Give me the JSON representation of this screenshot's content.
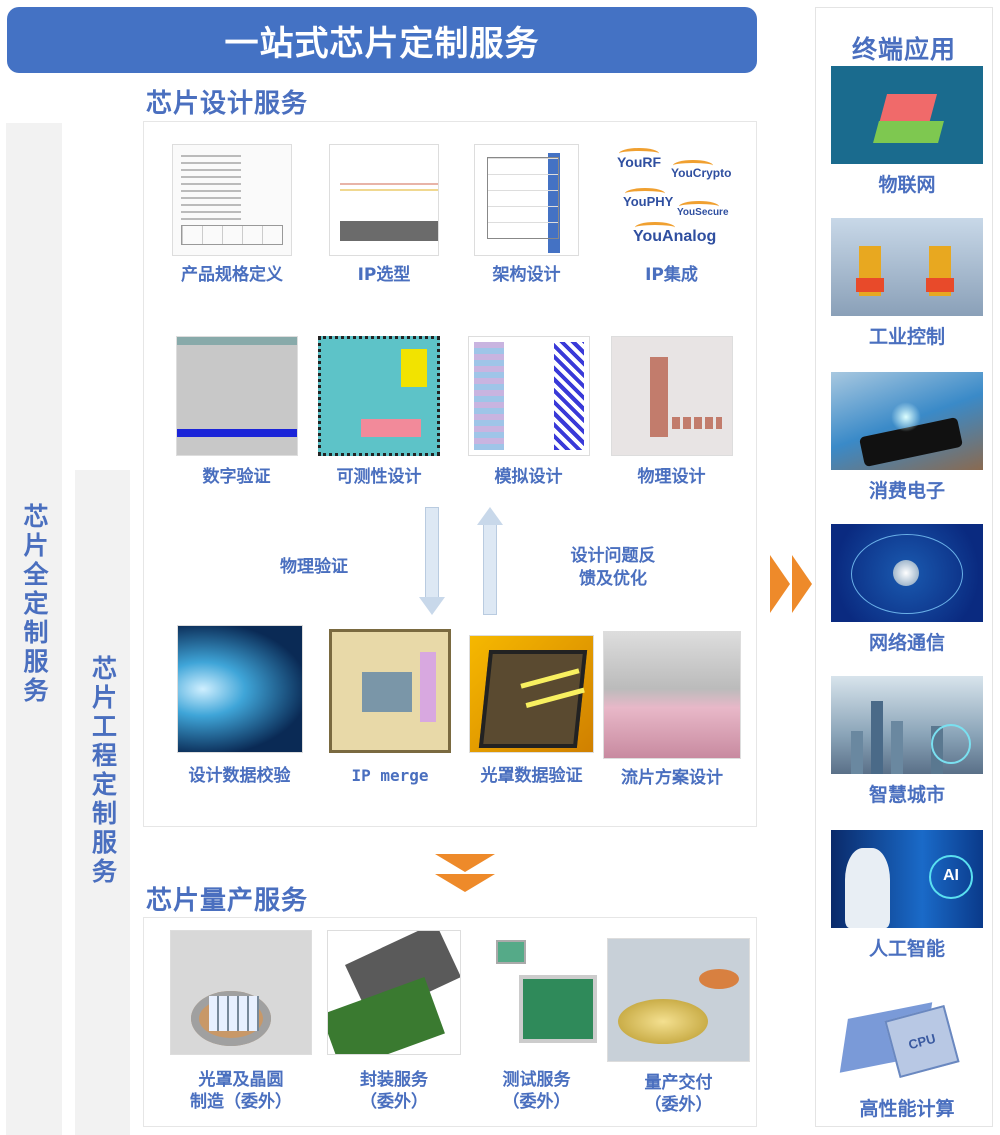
{
  "header": {
    "title": "一站式芯片定制服务"
  },
  "side_columns": {
    "full_custom": "芯片全定制服务",
    "engineering_custom": "芯片工程定制服务"
  },
  "design_service": {
    "title": "芯片设计服务",
    "row1": [
      {
        "label": "产品规格定义",
        "icon": "spec-document-image"
      },
      {
        "label": "IP选型",
        "icon": "ip-selection-diagram-image"
      },
      {
        "label": "架构设计",
        "icon": "architecture-diagram-image"
      },
      {
        "label": "IP集成",
        "icon": "ip-logos-image"
      }
    ],
    "ip_logos": [
      "YouRF",
      "YouCrypto",
      "YouPHY",
      "YouSecure",
      "YouAnalog"
    ],
    "row2": [
      {
        "label": "数字验证",
        "icon": "digital-verification-image"
      },
      {
        "label": "可测性设计",
        "icon": "dft-block-diagram-image"
      },
      {
        "label": "模拟设计",
        "icon": "analog-layout-image"
      },
      {
        "label": "物理设计",
        "icon": "physical-design-image"
      }
    ],
    "flow": {
      "down_label": "物理验证",
      "up_label_line1": "设计问题反",
      "up_label_line2": "馈及优化"
    },
    "row3": [
      {
        "label": "设计数据校验",
        "icon": "binary-data-image"
      },
      {
        "label": "IP merge",
        "icon": "chip-layout-image"
      },
      {
        "label": "光罩数据验证",
        "icon": "photomask-image"
      },
      {
        "label": "流片方案设计",
        "icon": "wafer-tapeout-image"
      }
    ]
  },
  "mass_production": {
    "title": "芯片量产服务",
    "items": [
      {
        "line1": "光罩及晶圆",
        "line2": "制造（委外）",
        "icon": "wafer-fab-image"
      },
      {
        "line1": "封装服务",
        "line2": "（委外）",
        "icon": "sip-package-image"
      },
      {
        "line1": "测试服务",
        "line2": "（委外）",
        "icon": "test-equipment-image"
      },
      {
        "line1": "量产交付",
        "line2": "（委外）",
        "icon": "mass-delivery-image"
      }
    ]
  },
  "applications": {
    "title": "终端应用",
    "items": [
      {
        "label": "物联网",
        "icon": "iot-image"
      },
      {
        "label": "工业控制",
        "icon": "industrial-robot-image"
      },
      {
        "label": "消费电子",
        "icon": "consumer-electronics-image"
      },
      {
        "label": "网络通信",
        "icon": "network-globe-image"
      },
      {
        "label": "智慧城市",
        "icon": "smart-city-image"
      },
      {
        "label": "人工智能",
        "icon": "ai-robot-image"
      },
      {
        "label": "高性能计算",
        "icon": "cpu-chip-image"
      }
    ]
  },
  "colors": {
    "title_bar": "#4472c4",
    "text_blue": "#4a6fbf",
    "accent_orange": "#ee8a2a",
    "side_column_bg": "#f2f2f2"
  }
}
